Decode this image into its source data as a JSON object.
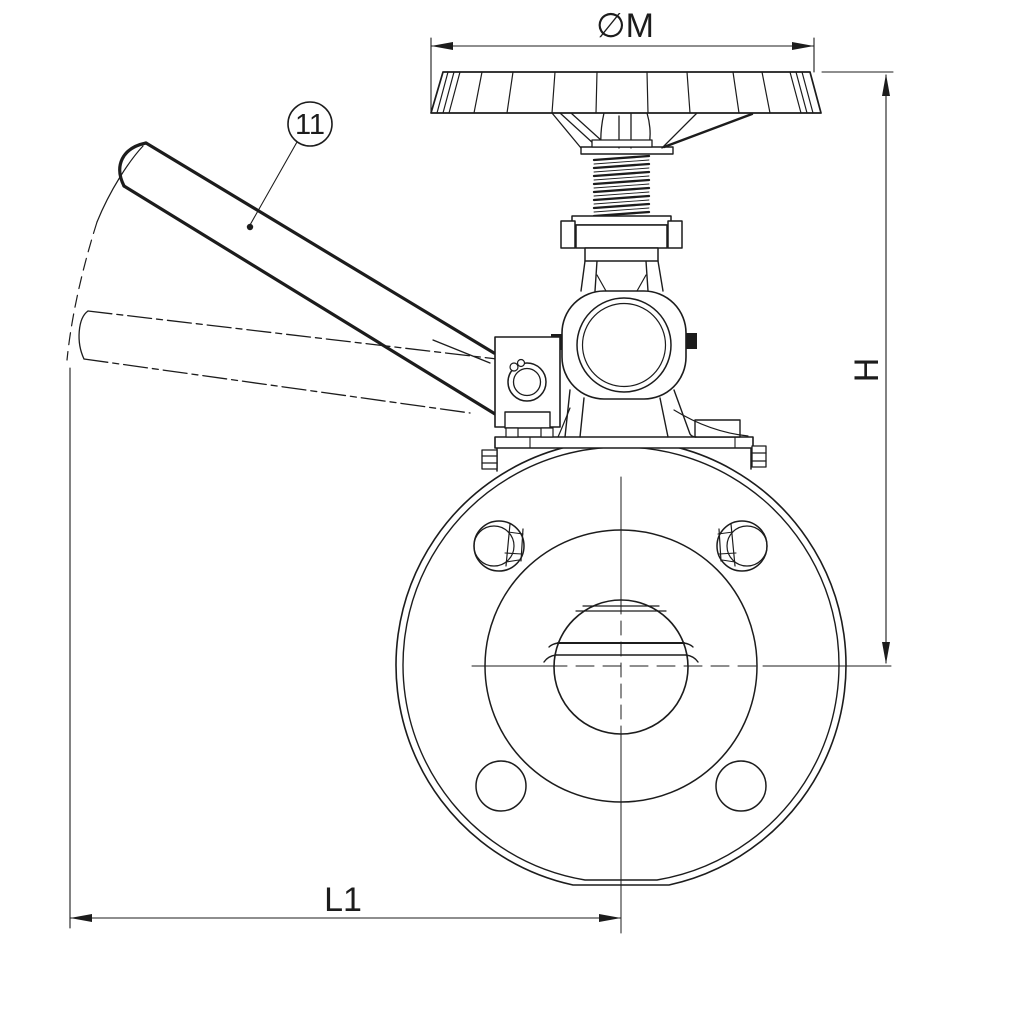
{
  "page": {
    "background": "#ffffff",
    "line_color": "#1c1c1c"
  },
  "drawing": {
    "type": "engineering-valve-drawing",
    "callout": {
      "number": "11"
    },
    "dimensions": {
      "diameter": "∅M",
      "height": "H",
      "length": "L1"
    }
  }
}
